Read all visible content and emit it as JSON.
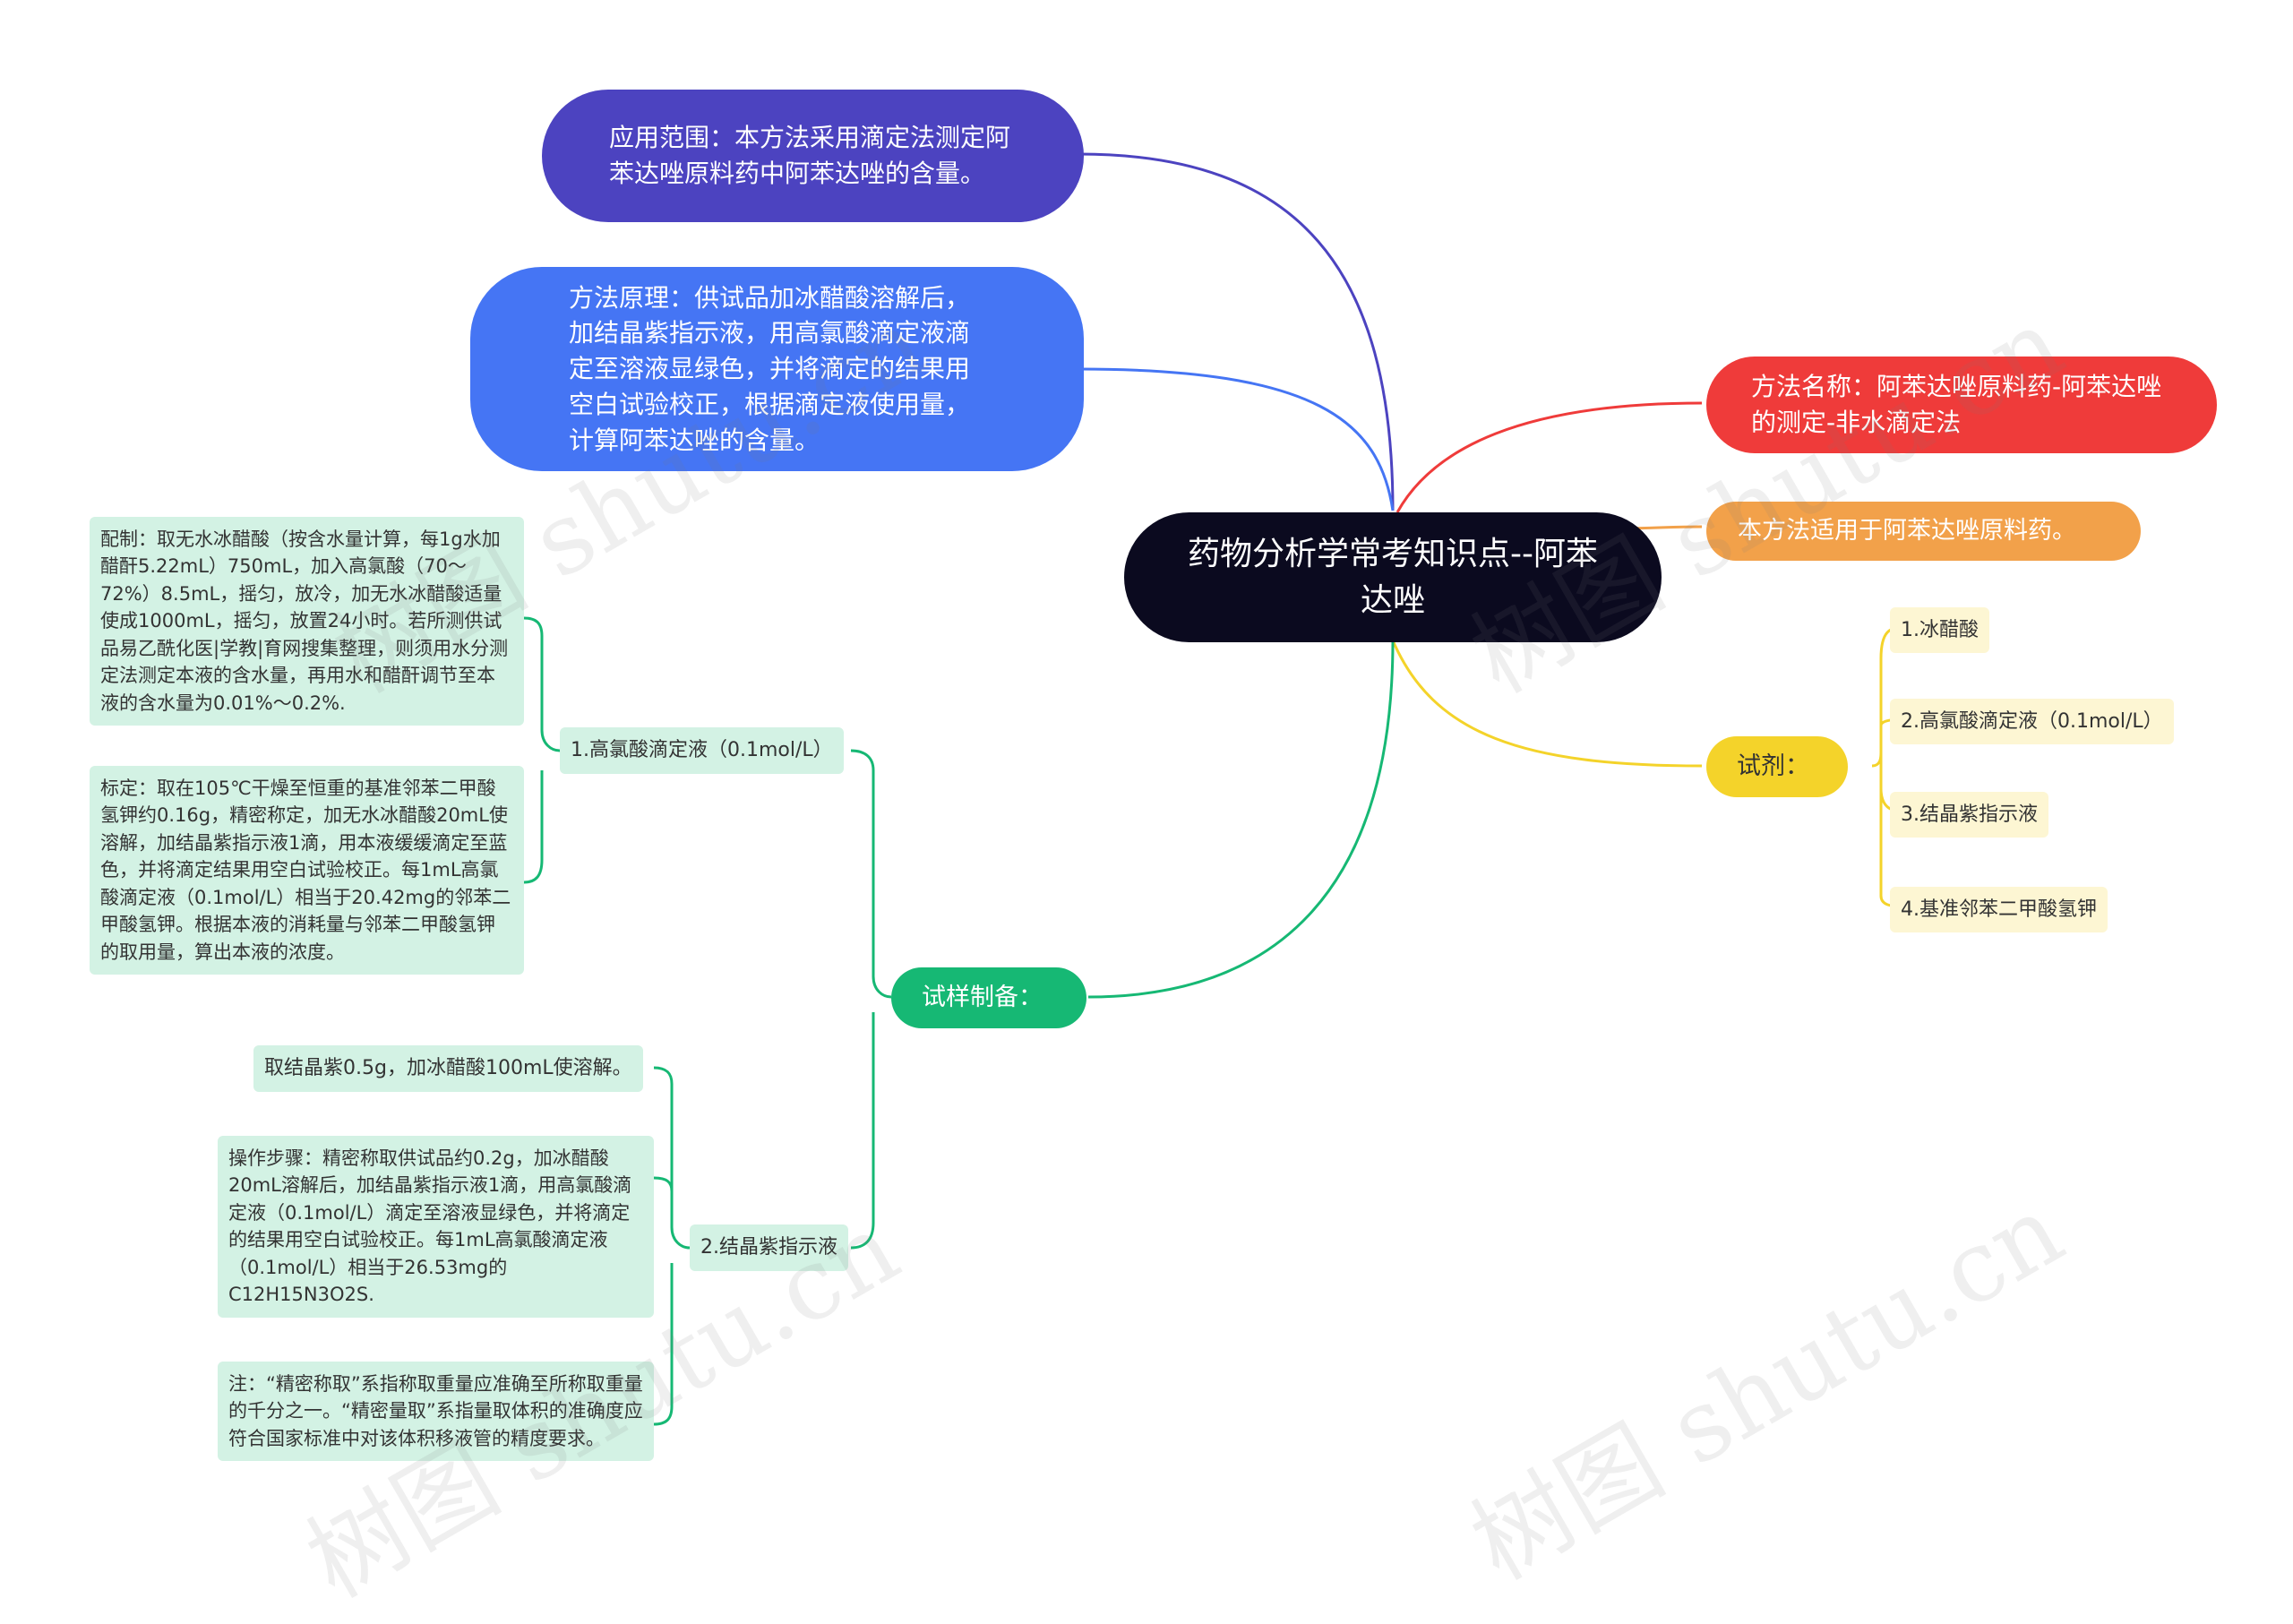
{
  "center": {
    "title": "药物分析学常考知识点--阿苯达唑",
    "color": "#0b0a1f"
  },
  "left_top": [
    {
      "text": "应用范围：本方法采用滴定法测定阿苯达唑原料药中阿苯达唑的含量。",
      "color": "#4c43c0"
    },
    {
      "text": "方法原理：供试品加冰醋酸溶解后，加结晶紫指示液，用高氯酸滴定液滴定至溶液显绿色，并将滴定的结果用空白试验校正，根据滴定液使用量，计算阿苯达唑的含量。",
      "color": "#4575f4"
    }
  ],
  "right": {
    "method_name": {
      "text": "方法名称：阿苯达唑原料药-阿苯达唑的测定-非水滴定法",
      "color": "#ef3b3a"
    },
    "applicable": {
      "text": "本方法适用于阿苯达唑原料药。",
      "color": "#f2a14a"
    },
    "reagents": {
      "label": "试剂：",
      "color": "#f4d32a",
      "items": [
        "1.冰醋酸",
        "2.高氯酸滴定液（0.1mol/L）",
        "3.结晶紫指示液",
        "4.基准邻苯二甲酸氢钾"
      ]
    }
  },
  "sample_prep": {
    "label": "试样制备：",
    "color": "#16b874",
    "children": [
      {
        "label": "1.高氯酸滴定液（0.1mol/L）",
        "details": [
          "配制：取无水冰醋酸（按含水量计算，每1g水加醋酐5.22mL）750mL，加入高氯酸（70～72%）8.5mL，摇匀，放冷，加无水冰醋酸适量使成1000mL，摇匀，放置24小时。若所测供试品易乙酰化医|学教|育网搜集整理，则须用水分测定法测定本液的含水量，再用水和醋酐调节至本液的含水量为0.01%～0.2%.",
          "标定：取在105℃干燥至恒重的基准邻苯二甲酸氢钾约0.16g，精密称定，加无水冰醋酸20mL使溶解，加结晶紫指示液1滴，用本液缓缓滴定至蓝色，并将滴定结果用空白试验校正。每1mL高氯酸滴定液（0.1mol/L）相当于20.42mg的邻苯二甲酸氢钾。根据本液的消耗量与邻苯二甲酸氢钾的取用量，算出本液的浓度。"
        ]
      },
      {
        "label": "2.结晶紫指示液",
        "details": [
          "取结晶紫0.5g，加冰醋酸100mL使溶解。",
          "操作步骤：精密称取供试品约0.2g，加冰醋酸20mL溶解后，加结晶紫指示液1滴，用高氯酸滴定液（0.1mol/L）滴定至溶液显绿色，并将滴定的结果用空白试验校正。每1mL高氯酸滴定液（0.1mol/L）相当于26.53mg的C12H15N3O2S.",
          "注：“精密称取”系指称取重量应准确至所称取重量的千分之一。“精密量取”系指量取体积的准确度应符合国家标准中对该体积移液管的精度要求。"
        ]
      }
    ]
  },
  "watermark": "树图 shutu.cn"
}
